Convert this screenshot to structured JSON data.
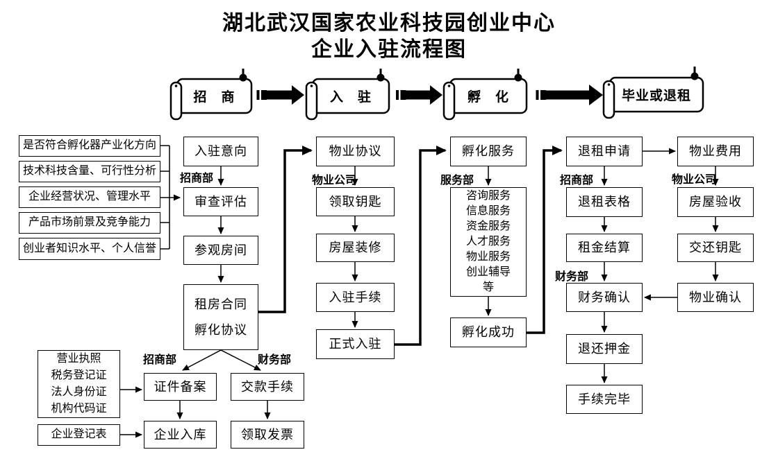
{
  "title": {
    "line1": "湖北武汉国家农业科技园创业中心",
    "line2": "企业入驻流程图"
  },
  "banners": [
    {
      "label": "招　商"
    },
    {
      "label": "入　驻"
    },
    {
      "label": "孵　化"
    },
    {
      "label": "毕业或退租"
    }
  ],
  "depts": {
    "zhaoshang": "招商部",
    "wuye": "物业公司",
    "fuwu": "服务部",
    "caiwu": "财务部"
  },
  "criteria": [
    "是否符合孵化器产业化方向",
    "技术科技含量、可行性分析",
    "企业经营状况、管理水平",
    "产品市场前景及竞争能力",
    "创业者知识水平、个人信誉"
  ],
  "nodes": {
    "entry_intent": "入驻意向",
    "review": "审查评估",
    "visit_room": "参观房间",
    "contract_line1": "租房合同",
    "contract_line2": "孵化协议",
    "property_agreement": "物业协议",
    "get_keys": "领取钥匙",
    "renovation": "房屋装修",
    "entry_procedure": "入驻手续",
    "official_entry": "正式入驻",
    "incubation_service": "孵化服务",
    "services": [
      "咨询服务",
      "信息服务",
      "资金服务",
      "人才服务",
      "物业服务",
      "创业辅导",
      "等"
    ],
    "incubation_success": "孵化成功",
    "lease_exit_apply": "退租申请",
    "lease_exit_form": "退租表格",
    "rent_settlement": "租金结算",
    "finance_confirm": "财务确认",
    "deposit_refund": "退还押金",
    "procedure_complete": "手续完毕",
    "property_fee": "物业费用",
    "house_inspection": "房屋验收",
    "return_keys": "交还钥匙",
    "property_confirm": "物业确认",
    "documents": [
      "营业执照",
      "税务登记证",
      "法人身份证",
      "机构代码证"
    ],
    "registration_form": "企业登记表",
    "cert_filing": "证件备案",
    "company_db_entry": "企业入库",
    "payment_procedure": "交款手续",
    "get_invoice": "领取发票"
  }
}
